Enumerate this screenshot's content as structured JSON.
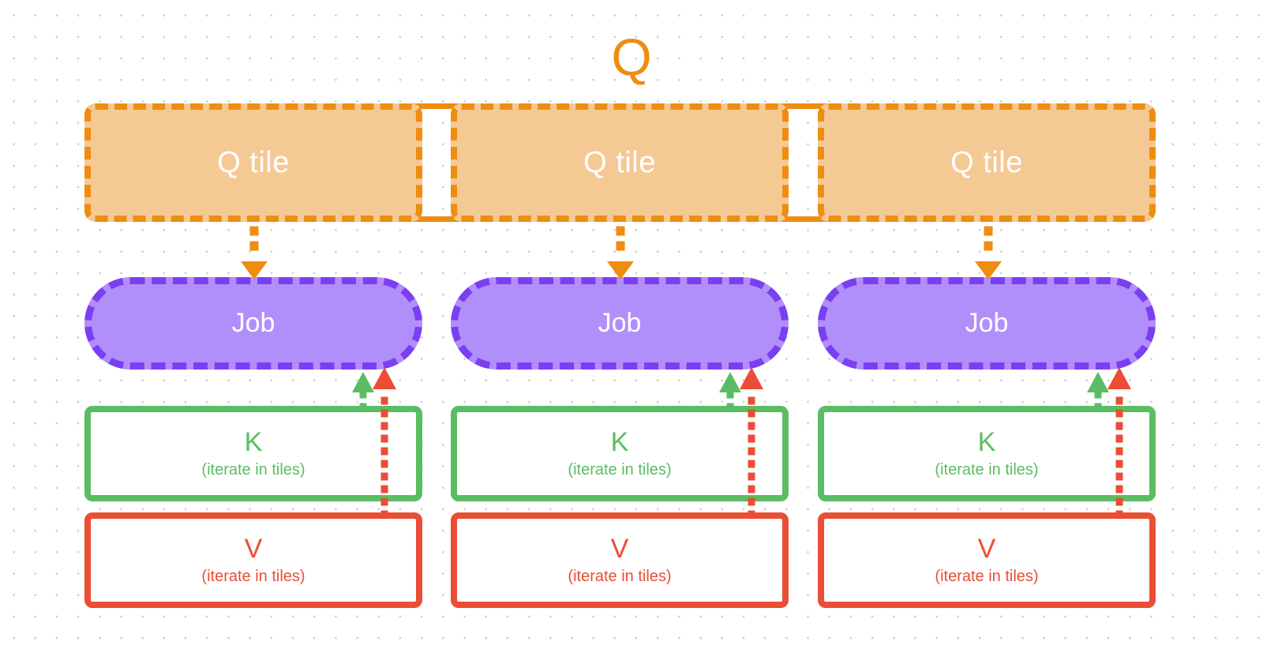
{
  "diagram": {
    "title": "Q",
    "title_color": "#EE8D10",
    "background": "dotted-grid",
    "columns": [
      {
        "id": "column-0",
        "q_tile_label": "Q tile",
        "job_label": "Job",
        "k_label": "K",
        "k_sublabel": "(iterate in tiles)",
        "v_label": "V",
        "v_sublabel": "(iterate in tiles)"
      },
      {
        "id": "column-1",
        "q_tile_label": "Q tile",
        "job_label": "Job",
        "k_label": "K",
        "k_sublabel": "(iterate in tiles)",
        "v_label": "V",
        "v_sublabel": "(iterate in tiles)"
      },
      {
        "id": "column-2",
        "q_tile_label": "Q tile",
        "job_label": "Job",
        "k_label": "K",
        "k_sublabel": "(iterate in tiles)",
        "v_label": "V",
        "v_sublabel": "(iterate in tiles)"
      }
    ],
    "colors": {
      "q_border": "#EE8D10",
      "q_fill": "#F5C994",
      "q_text": "#FFFFFF",
      "job_border": "#7B3FF2",
      "job_fill": "#B18FFA",
      "job_text": "#FFFFFF",
      "k_border": "#5BBD63",
      "k_text": "#5BBD63",
      "v_border": "#EA4E35",
      "v_text": "#EA4E35",
      "grid_dot": "#C9C6D0",
      "canvas": "#FFFFFF"
    },
    "arrows": [
      {
        "name": "q-to-job",
        "from": "q-tile",
        "to": "job",
        "color": "#EE8D10",
        "style": "dotted",
        "direction": "down"
      },
      {
        "name": "k-to-job",
        "from": "k-box",
        "to": "job",
        "color": "#5BBD63",
        "style": "dotted",
        "direction": "up"
      },
      {
        "name": "v-to-job",
        "from": "v-box",
        "to": "job",
        "color": "#EA4E35",
        "style": "dotted",
        "direction": "up"
      }
    ]
  }
}
